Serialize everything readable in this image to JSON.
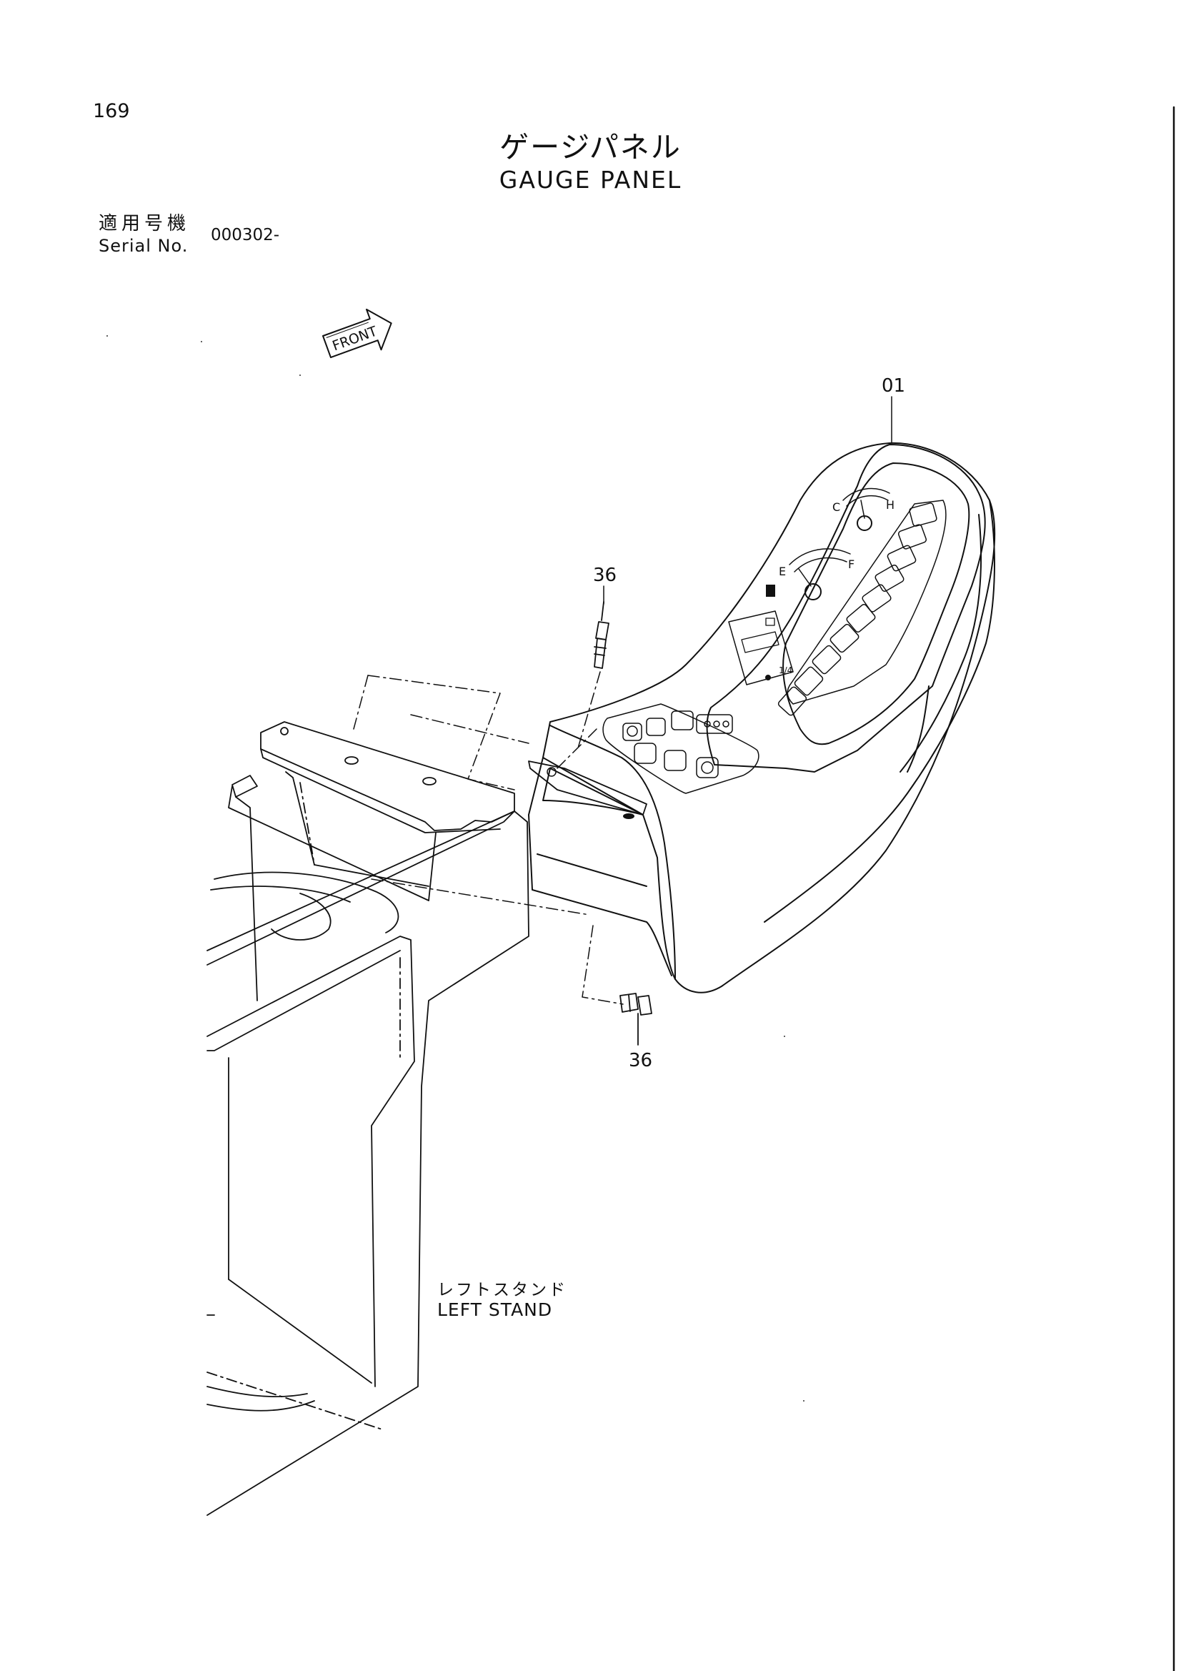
{
  "page": {
    "number": "169"
  },
  "title": {
    "japanese": "ゲージパネル",
    "english": "GAUGE PANEL"
  },
  "serial": {
    "label_jp": "適用号機",
    "label_en": "Serial No.",
    "value": "000302-"
  },
  "direction_marker": {
    "text": "FRONT"
  },
  "callouts": {
    "gauge_panel": "01",
    "bolt_upper": "36",
    "bolt_lower": "36"
  },
  "labels": {
    "left_stand_jp": "レフトスタンド",
    "left_stand_en": "LEFT STAND"
  },
  "gauge_marks": {
    "temp_cold": "C",
    "temp_hot": "H",
    "fuel_empty": "E",
    "fuel_full": "F",
    "hour_fraction": "1/4"
  }
}
